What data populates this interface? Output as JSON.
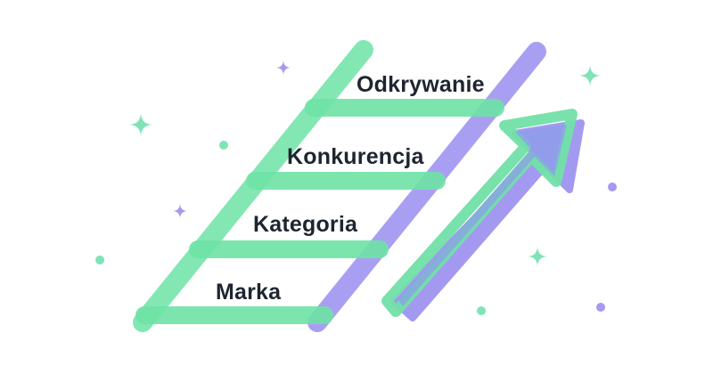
{
  "colors": {
    "ladder_green": "#6ee3a6",
    "ladder_purple": "#9b8ff0",
    "arrow_green": "#72e0a8",
    "arrow_purple": "#9b8ff0",
    "sparkle_green": "#7fe3b6",
    "sparkle_purple": "#a699ee",
    "label_text": "#1e2530",
    "background": "#ffffff"
  },
  "ladder": {
    "steps": [
      {
        "label": "Odkrywanie"
      },
      {
        "label": "Konkurencja"
      },
      {
        "label": "Kategoria"
      },
      {
        "label": "Marka"
      }
    ]
  },
  "icons": {
    "arrow": "up-right-arrow-icon",
    "sparkle": "four-point-star-icon",
    "dot": "circle-dot-icon"
  }
}
